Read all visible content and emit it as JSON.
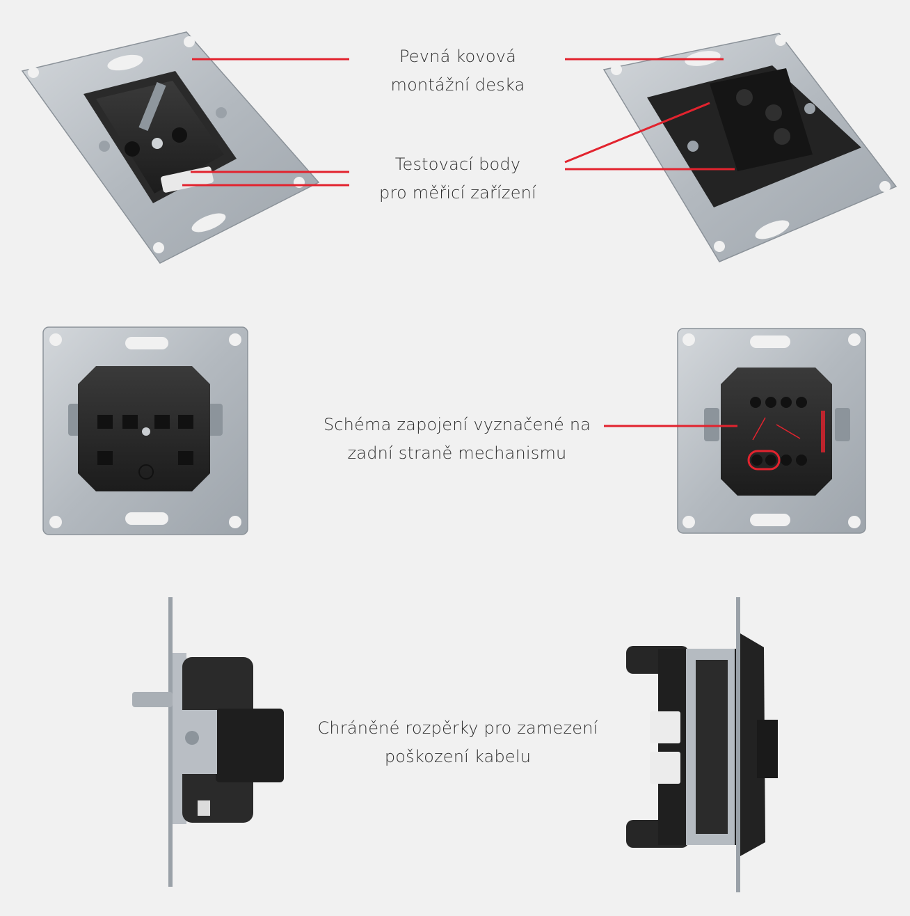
{
  "labels": {
    "mounting_plate": {
      "line1": "Pevná kovová",
      "line2": "montážní deska"
    },
    "test_points": {
      "line1": "Testovací body",
      "line2": "pro měřicí zařízení"
    },
    "wiring_diagram": {
      "line1": "Schéma zapojení vyznačené na",
      "line2": "zadní straně mechanismu"
    },
    "spacers": {
      "line1": "Chráněné rozpěrky pro zamezení",
      "line2": "poškození kabelu"
    }
  },
  "colors": {
    "background": "#f1f1f1",
    "leader_line": "#e2232e",
    "metal": "#b9bec4",
    "body": "#262626"
  },
  "icons": {
    "socket_front": "socket-mechanism-front-illustration",
    "switch_front": "switch-mechanism-front-illustration",
    "socket_back": "socket-mechanism-back-illustration",
    "switch_back": "switch-mechanism-back-illustration",
    "socket_side": "socket-mechanism-side-illustration",
    "switch_side": "switch-mechanism-side-illustration"
  }
}
